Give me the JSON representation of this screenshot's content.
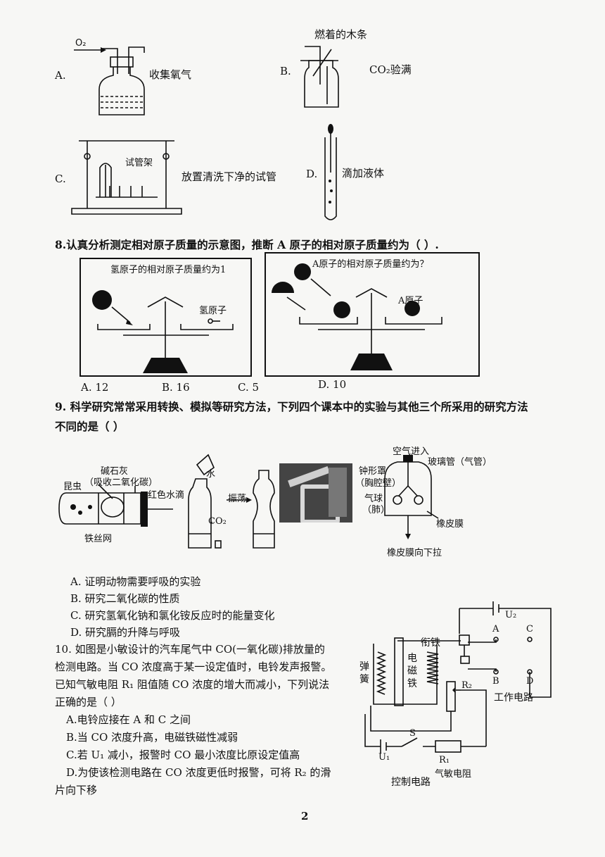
{
  "q7": {
    "A": {
      "letter": "A.",
      "label": "收集氧气",
      "gas": "O₂"
    },
    "B": {
      "letter": "B.",
      "label": "CO₂验满",
      "top": "燃着的木条"
    },
    "C": {
      "letter": "C.",
      "label": "放置清洗下净的试管",
      "rack": "试管架"
    },
    "D": {
      "letter": "D.",
      "label": "滴加液体"
    }
  },
  "q8": {
    "stem": "8.认真分析测定相对原子质量的示意图，推断 A 原子的相对原子质量约为（      ）.",
    "left_title": "氢原子的相对原子质量约为1",
    "left_tag": "氢原子",
    "right_title": "A原子的相对原子质量约为？",
    "right_tag": "A原子",
    "options": [
      "A. 12",
      "B. 16",
      "C. 5",
      "D. 10"
    ]
  },
  "q9": {
    "stem_1": "9. 科学研究常常采用转换、模拟等研究方法，下列四个课本中的实验与其他三个所采用的研究方法",
    "stem_2": "不同的是（      ）",
    "fig1": {
      "insect": "昆虫",
      "lime": "碱石灰",
      "lime_note": "（吸收二氧化碳）",
      "drop": "红色水滴",
      "mesh": "铁丝网"
    },
    "fig2": {
      "water": "水",
      "co2": "CO₂",
      "shake": "振荡"
    },
    "fig4": {
      "air": "空气进入",
      "tube": "玻璃管（气管）",
      "bell": "钟形罩",
      "bell_note": "（胸腔壁）",
      "balloon": "气球",
      "balloon_note": "（肺）",
      "membrane": "橡皮膜",
      "pull": "橡皮膜向下拉"
    },
    "options": [
      "A.  证明动物需要呼吸的实验",
      "B.  研究二氧化碳的性质",
      "C.  研究氢氧化钠和氯化铵反应时的能量变化",
      "D.  研究膈的升降与呼吸"
    ]
  },
  "q10": {
    "lines": [
      "10. 如图是小敏设计的汽车尾气中 CO(一氧化碳)排放量的",
      "检测电路。当 CO 浓度高于某一设定值时，电铃发声报警。",
      "已知气敏电阻 R₁ 阻值随 CO 浓度的增大而减小，下列说法",
      "正确的是（      ）"
    ],
    "options": [
      "A.电铃应接在 A 和 C 之间",
      "B.当 CO 浓度升高，电磁铁磁性减弱",
      "C.若 U₁ 减小，报警时 CO 最小浓度比原设定值高",
      "D.为使该检测电路在 CO 浓度更低时报警，可将 R₂ 的滑",
      "片向下移"
    ],
    "circuit": {
      "u2": "U₂",
      "armature": "衔铁",
      "spring": "弹簧",
      "coil": "电磁铁",
      "A": "A",
      "B": "B",
      "C": "C",
      "D": "D",
      "r2": "R₂",
      "work": "工作电路",
      "s": "S",
      "u1": "U₁",
      "r1": "R₁",
      "sensor": "气敏电阻",
      "control": "控制电路"
    }
  },
  "page_number": "2"
}
